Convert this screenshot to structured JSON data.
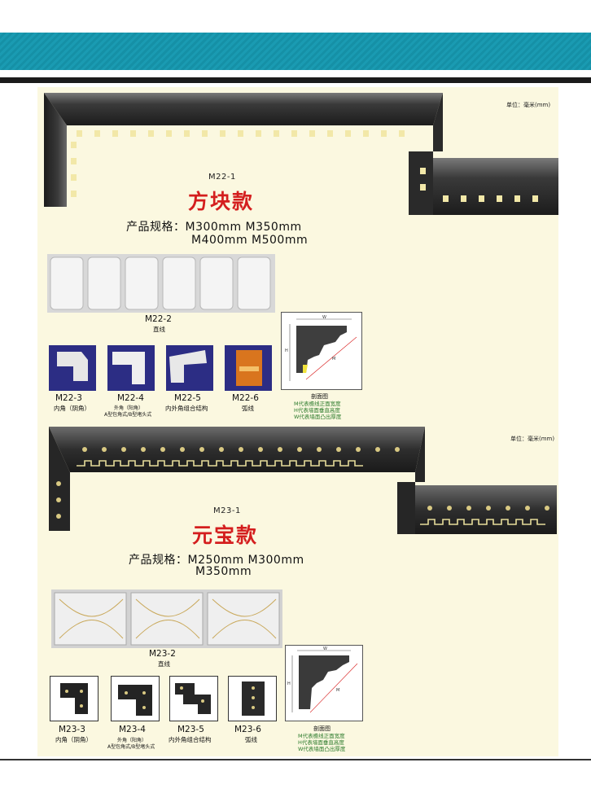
{
  "colors": {
    "teal": "#1a9bb2",
    "cream": "#fbf8e0",
    "red_title": "#d41e1e",
    "navy_tile": "#2c2d84",
    "legend_green": "#2a7a2a"
  },
  "section1": {
    "unit": "单位：毫米(mm)",
    "model": "M22-1",
    "title": "方块款",
    "spec_line1": "产品规格：M300mm   M350mm",
    "spec_line2": "M400mm   M500mm",
    "straight": {
      "code": "M22-2",
      "label": "直线"
    },
    "parts": [
      {
        "code": "M22-3",
        "label": "内角（阴角）"
      },
      {
        "code": "M22-4",
        "label": "外角（阳角）",
        "label2": "A型包角式/B型堵头式"
      },
      {
        "code": "M22-5",
        "label": "内外角组合结构"
      },
      {
        "code": "M22-6",
        "label": "弧线"
      }
    ],
    "section_view": "剖面图",
    "legend": [
      "M代表檐线正面宽度",
      "H代表墙面垂直高度",
      "W代表墙面凸出厚度"
    ],
    "dims": {
      "w": "W",
      "h": "H",
      "m": "M"
    }
  },
  "section2": {
    "unit": "单位：毫米(mm)",
    "model": "M23-1",
    "title": "元宝款",
    "spec_line1": "产品规格：M250mm   M300mm",
    "spec_line2": "M350mm",
    "straight": {
      "code": "M23-2",
      "label": "直线"
    },
    "parts": [
      {
        "code": "M23-3",
        "label": "内角（阴角）"
      },
      {
        "code": "M23-4",
        "label": "外角（阳角）",
        "label2": "A型包角式/B型堵头式"
      },
      {
        "code": "M23-5",
        "label": "内外角组合结构"
      },
      {
        "code": "M23-6",
        "label": "弧线"
      }
    ],
    "section_view": "剖面图",
    "legend": [
      "M代表檐线正面宽度",
      "H代表墙面垂直高度",
      "W代表墙面凸出厚度"
    ],
    "dims": {
      "w": "W",
      "h": "H",
      "m": "M"
    }
  }
}
